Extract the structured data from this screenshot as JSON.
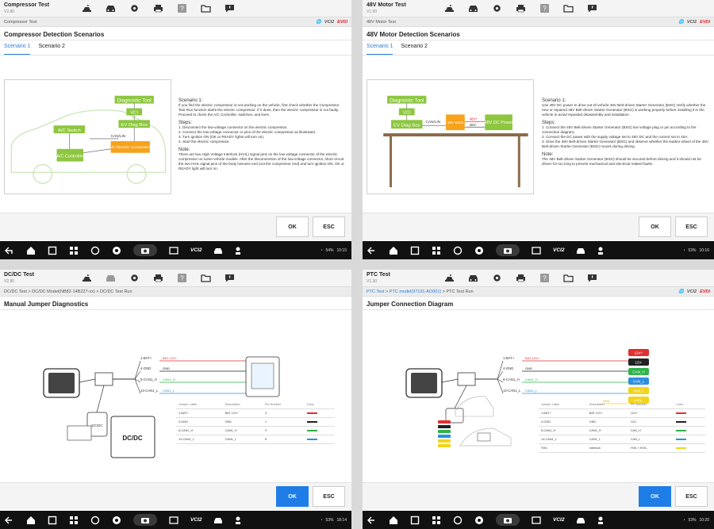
{
  "toolbar_icons": [
    "car-transfer-icon",
    "car-icon",
    "gear-icon",
    "printer-icon",
    "help-icon",
    "folder-icon",
    "message-icon"
  ],
  "colors": {
    "accent": "#2d7ed6",
    "box_green": "#8dc63f",
    "box_orange": "#f7a21b",
    "ok_blue": "#1e7de6",
    "wire_red": "#e03030",
    "wire_black": "#222222",
    "wire_green": "#2fb34a",
    "wire_blue": "#2d8fe0",
    "wire_yellow": "#f2d51b"
  },
  "panels": [
    {
      "app": {
        "name": "Compressor Test",
        "version": "V2.80"
      },
      "crumb": "Compressor Test",
      "title": "Compressor Detection Scenarios",
      "tabs": [
        "Scenario 1",
        "Scenario 2"
      ],
      "diagram": {
        "labels": [
          "Diagnostic Tool",
          "VCI",
          "EV Diag Box",
          "A/C Switch",
          "CAN/LIN",
          "A/C Electric Compressor",
          "A/C Controller"
        ]
      },
      "desc": {
        "heading": "Scenario 1:",
        "intro": "If you find the electric compressor is not working on the vehicle, first check whether the Compressor Test Run function starts the electric compressor. If it does, then the electric compressor is not faulty. Proceed to check the A/C Controller, switches, and lines.",
        "steps_title": "Steps:",
        "steps": [
          "1. Disconnect the low-voltage connector on the electric compressor.",
          "2. Connect the low-voltage connector or pins of the electric compressor as illustrated.",
          "3. Turn ignition ON (OK or READY lights will turn on).",
          "4. Start the electric compressor."
        ],
        "note_title": "Note:",
        "note": "There are two High Voltage Interlock (HVIL) signal pins on the low-voltage connector of the electric compressor on some vehicle models. After the disconnection of the low-voltage connector, short circuit the two HVIL signal pins of the body harness end (not the compressor end) and turn ignition ON, OK or READY light will turn on."
      },
      "buttons": {
        "ok": "OK",
        "esc": "ESC"
      },
      "status": {
        "battery": "54%",
        "time": "10:15"
      }
    },
    {
      "app": {
        "name": "48V Motor Test",
        "version": "V1.50"
      },
      "crumb": "48V Motor Test",
      "title": "48V Motor Detection Scenarios",
      "tabs": [
        "Scenario 1",
        "Scenario 2"
      ],
      "diagram": {
        "labels": [
          "Diagnostic Tool",
          "VCI",
          "EV Diag Box",
          "CAN/LIN",
          "48V BSG",
          "48V+",
          "48V-",
          "48V DC Power"
        ]
      },
      "desc": {
        "heading": "Scenario 1:",
        "intro": "Use 48V DC power to drive out-of-vehicle 48V Belt-driven Starter Generator (BSG) Verify whether the new or repaired 48V Belt-driven Starter Generator (BSG) is working properly before installing it in the vehicle to avoid repeated disassembly and installation.",
        "steps_title": "Steps:",
        "steps": [
          "1. Connect the 48V Belt-driven Starter Generator (BSG) low voltage plug or pin according to the connection diagram;",
          "2. Connect the DC power with the supply voltage set to 48V DC and the current set to 40A;",
          "3. Drive the 48V Belt-driven Starter Generator (BSG) and observe whether the leather wheel of the 48V Belt-driven Starter Generator (BSG) moves during driving."
        ],
        "note_title": "Note:",
        "note": "The 48V Belt-driven Starter Generator (BSG) should be secured before driving and it should not be driven for too long to prevent mechanical and electrical related faults."
      },
      "buttons": {
        "ok": "OK",
        "esc": "ESC"
      },
      "status": {
        "battery": "53%",
        "time": "10:16"
      }
    },
    {
      "app": {
        "name": "DC/DC Test",
        "version": "V2.80"
      },
      "crumb": {
        "a": "DC/DC Test",
        "b": "DC/DC Model(NB82-14B227-xx)",
        "c": "DC/DC Test Run"
      },
      "title": "Manual Jumper Diagnostics",
      "diagram": {
        "pins": [
          "1-BAT+",
          "4-GND",
          "6-CAN1_H",
          "14-CAN1_L"
        ],
        "wires": [
          "BAT 12V+",
          "GND",
          "CAN1_H",
          "CAN1_L"
        ],
        "box_label": "DC/DC",
        "tool_label": "DC/DC"
      },
      "table": {
        "headers": [
          "Jumper Label",
          "Description",
          "Pin Number",
          "Color"
        ],
        "rows": [
          [
            "1-BAT+",
            "BAT 12V+",
            "3"
          ],
          [
            "4-GND",
            "GND",
            "1"
          ],
          [
            "6-CAN1_H",
            "CAN1_H",
            "9"
          ],
          [
            "14-CAN1_L",
            "CAN1_L",
            "8"
          ]
        ]
      },
      "buttons": {
        "ok": "OK",
        "esc": "ESC"
      },
      "status": {
        "battery": "53%",
        "time": "18:14"
      }
    },
    {
      "app": {
        "name": "PTC Test",
        "version": "V1.30"
      },
      "crumb": {
        "a": "PTC Test",
        "b": "PTC model(97191-AO001)",
        "c": "PTC Test Run"
      },
      "title": "Jumper Connection Diagram",
      "diagram": {
        "pins": [
          "1-BAT+",
          "4-GND",
          "6-CAN1_H",
          "14-CAN1_L"
        ],
        "wires": [
          "BAT 12V+",
          "GND",
          "CAN1_H",
          "CAN1_L",
          "HVIL"
        ],
        "tags": [
          "12V+",
          "12V-",
          "CAN_H",
          "CAN_L",
          "HVIL+",
          "HVIL-"
        ]
      },
      "table": {
        "headers": [
          "Jumper Label",
          "Description",
          "Pin Number",
          "Color"
        ],
        "rows": [
          [
            "1-BAT+",
            "BAT 12V+",
            "12V+"
          ],
          [
            "4-GND",
            "GND",
            "12V-"
          ],
          [
            "6-CAN1_H",
            "CAN1_H",
            "CAN_H"
          ],
          [
            "14-CAN1_L",
            "CAN1_L",
            "CAN_L"
          ],
          [
            "HVIL",
            "Interlock",
            "HVIL+,HVIL-"
          ]
        ]
      },
      "buttons": {
        "ok": "OK",
        "esc": "ESC"
      },
      "status": {
        "battery": "53%",
        "time": "10:20"
      }
    }
  ],
  "vci_label": "VCI2",
  "evdi_label": "EVDI"
}
